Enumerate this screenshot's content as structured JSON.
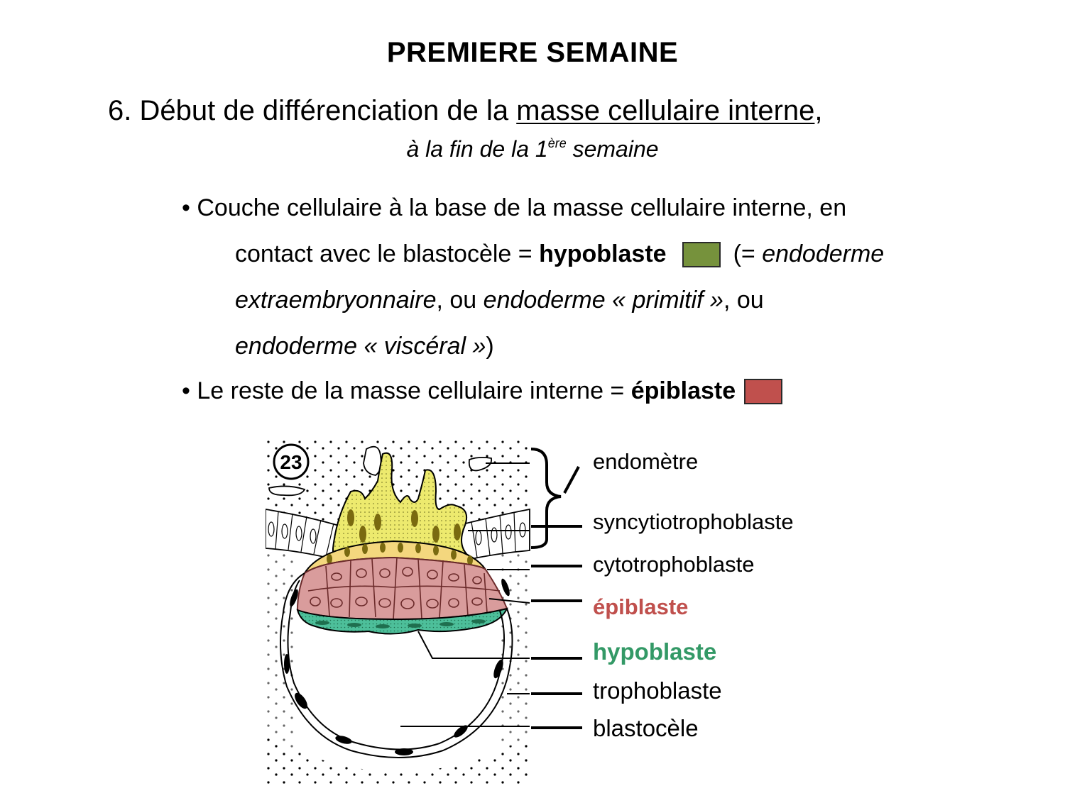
{
  "slide": {
    "title": "PREMIERE SEMAINE",
    "heading_prefix": "6. Début de différenciation de la ",
    "heading_underlined": "masse cellulaire interne",
    "heading_suffix": ",",
    "subheading_pre": "à la fin de la 1",
    "subheading_sup": "ère",
    "subheading_post": " semaine"
  },
  "bullets": [
    {
      "bullet": "•",
      "line1": " Couche cellulaire à la base de la masse cellulaire interne, en",
      "line2_pre": "contact avec le blastocèle = ",
      "line2_bold": "hypoblaste",
      "line2_paren": "(= ",
      "line2_italic": "endoderme",
      "line3_italic1": "extraembryonnaire",
      "line3_mid": ", ou ",
      "line3_italic2": "endoderme « primitif »",
      "line3_end": ", ou",
      "line4_italic": "endoderme « viscéral »",
      "line4_end": ")",
      "swatch_color": "#76923C"
    },
    {
      "bullet": "•",
      "text": " Le reste de la masse cellulaire interne  =  ",
      "bold": "épiblaste",
      "swatch_color": "#C0504D"
    }
  ],
  "figure": {
    "number": "23",
    "labels": [
      {
        "text": "endomètre",
        "color": "#000000",
        "bold": false
      },
      {
        "text": "syncytiotrophoblaste",
        "color": "#000000",
        "bold": false
      },
      {
        "text": "cytotrophoblaste",
        "color": "#000000",
        "bold": false
      },
      {
        "text": "épiblaste",
        "color": "#C0504D",
        "bold": true
      },
      {
        "text": "hypoblaste",
        "color": "#339966",
        "bold": true
      },
      {
        "text": "trophoblaste",
        "color": "#000000",
        "bold": false
      },
      {
        "text": "blastocèle",
        "color": "#000000",
        "bold": false
      }
    ],
    "colors": {
      "syncytio": "#EDEA6E",
      "cyto": "#F4D77E",
      "epiblast": "#D99C9C",
      "epiblast_lines": "#6B2A2A",
      "hypoblast": "#4DBF9A",
      "hypoblast_nuclei": "#1F6F4F",
      "nuclei_yellow": "#7A6A10"
    }
  }
}
